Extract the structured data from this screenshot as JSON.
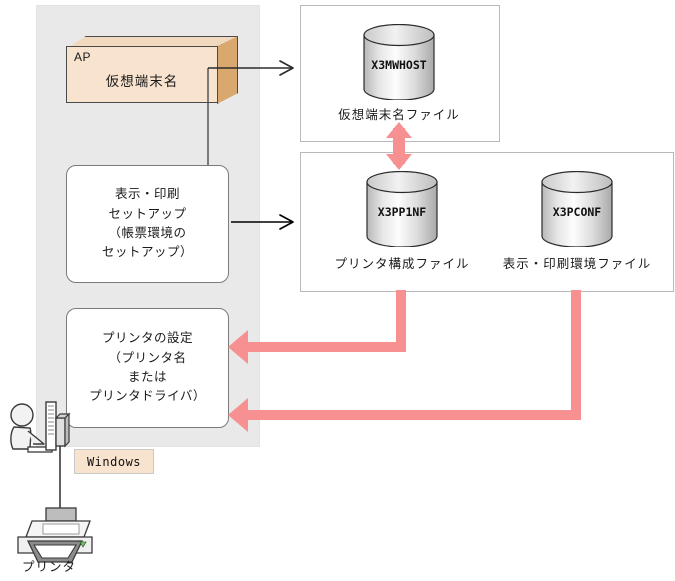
{
  "diagram": {
    "title": "Virtual terminal and print environment setup flow",
    "colors": {
      "panel_gray": "#e9e9e9",
      "box_peach": "#f8e3cf",
      "box_side_tan": "#d9a86e",
      "arrow_pink": "#f79090",
      "arrow_black": "#2b2b2b",
      "cylinder_gray": "#c9c9c9"
    }
  },
  "ap_box": {
    "tag": "AP",
    "title": "仮想端末名"
  },
  "left_boxes": [
    {
      "name": "display-print-setup",
      "lines": [
        "表示・印刷",
        "セットアップ",
        "（帳票環境の",
        "セットアップ）"
      ]
    },
    {
      "name": "printer-settings",
      "lines": [
        "プリンタの設定",
        "（プリンタ名",
        "または",
        "プリンタドライバ）"
      ]
    }
  ],
  "files": [
    {
      "name": "virtual-terminal-name-file",
      "id": "X3MWHOST",
      "caption": "仮想端末名ファイル"
    },
    {
      "name": "printer-config-file",
      "id": "X3PP1NF",
      "caption": "プリンタ構成ファイル"
    },
    {
      "name": "display-print-env-file",
      "id": "X3PCONF",
      "caption": "表示・印刷環境ファイル"
    }
  ],
  "os_badge": {
    "label": "Windows"
  },
  "printer": {
    "caption": "プリンタ"
  },
  "icons": {
    "user_terminal": "person-at-terminal-icon",
    "printer": "printer-icon",
    "cylinder": "database-cylinder-icon",
    "arrow_right": "arrow-right-icon",
    "arrow_updown": "arrow-up-down-icon",
    "arrow_left_thick": "thick-arrow-left-icon"
  }
}
